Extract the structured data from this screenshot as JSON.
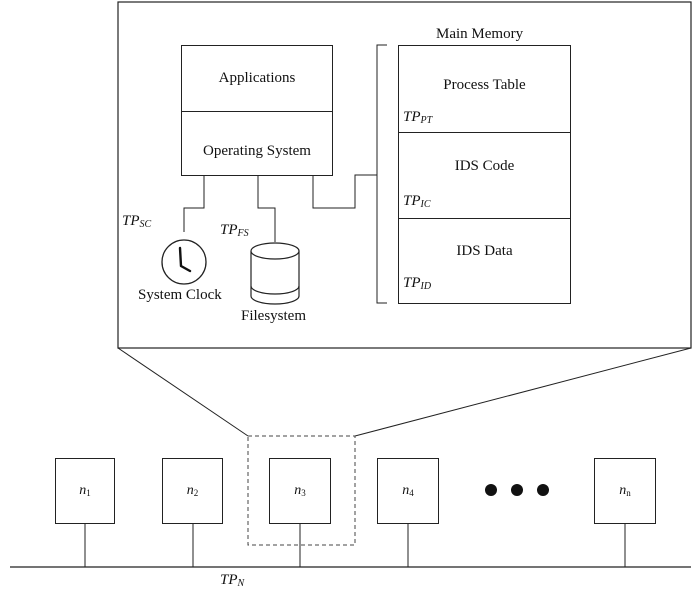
{
  "software": {
    "applications": "Applications",
    "operating_system": "Operating System"
  },
  "memory": {
    "title": "Main Memory",
    "sections": [
      {
        "label": "Process Table",
        "tp": "TP",
        "tp_sub": "PT"
      },
      {
        "label": "IDS Code",
        "tp": "TP",
        "tp_sub": "IC"
      },
      {
        "label": "IDS Data",
        "tp": "TP",
        "tp_sub": "ID"
      }
    ]
  },
  "devices": {
    "clock_label": "System Clock",
    "clock_tp": "TP",
    "clock_tp_sub": "SC",
    "fs_label": "Filesystem",
    "fs_tp": "TP",
    "fs_tp_sub": "FS"
  },
  "network": {
    "nodes": [
      {
        "base": "n",
        "sub": "1"
      },
      {
        "base": "n",
        "sub": "2"
      },
      {
        "base": "n",
        "sub": "3"
      },
      {
        "base": "n",
        "sub": "4"
      },
      {
        "base": "n",
        "sub": "n"
      }
    ],
    "bus_tp": "TP",
    "bus_tp_sub": "N"
  }
}
